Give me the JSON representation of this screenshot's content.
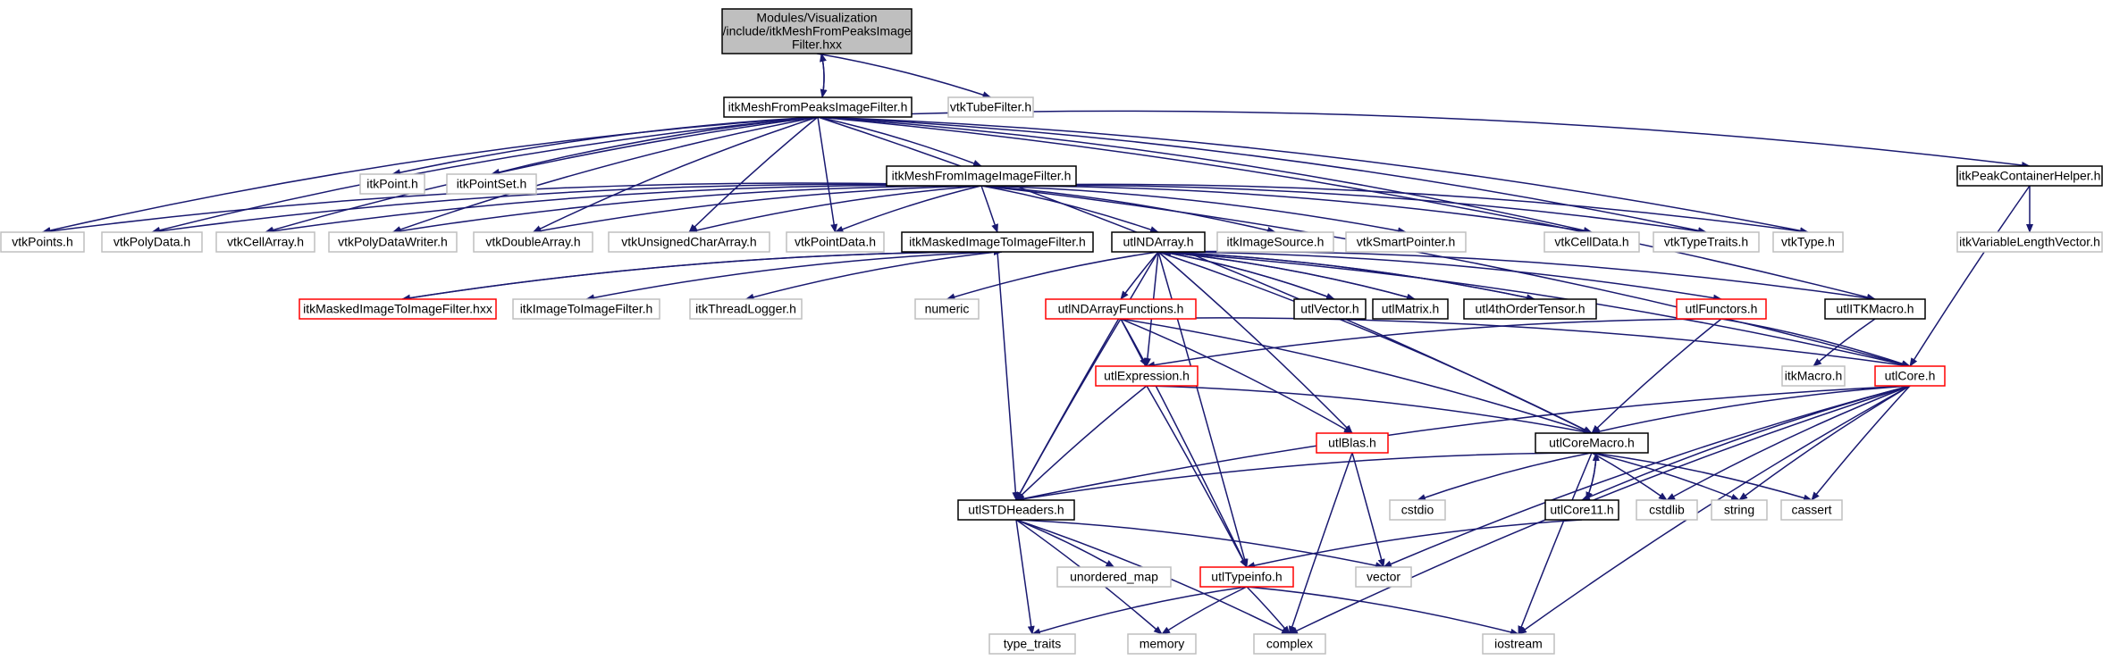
{
  "colors": {
    "edge": "#191970",
    "root_fill": "#bfbfbf",
    "root_border": "#000000",
    "normal_border": "#000000",
    "red_border": "#ff0000",
    "gray_border": "#bfbfbf",
    "background": "#ffffff"
  },
  "nodes": [
    {
      "id": "root",
      "lines": [
        "Modules/Visualization",
        "/include/itkMeshFromPeaksImage",
        "Filter.hxx"
      ],
      "style": "root"
    },
    {
      "id": "mfp",
      "lines": [
        "itkMeshFromPeaksImageFilter.h"
      ],
      "style": "normal"
    },
    {
      "id": "vtktube",
      "lines": [
        "vtkTubeFilter.h"
      ],
      "style": "gray"
    },
    {
      "id": "itkpoint",
      "lines": [
        "itkPoint.h"
      ],
      "style": "gray"
    },
    {
      "id": "itkpointset",
      "lines": [
        "itkPointSet.h"
      ],
      "style": "gray"
    },
    {
      "id": "mfi",
      "lines": [
        "itkMeshFromImageImageFilter.h"
      ],
      "style": "normal"
    },
    {
      "id": "peak",
      "lines": [
        "itkPeakContainerHelper.h"
      ],
      "style": "normal"
    },
    {
      "id": "vtkpoints",
      "lines": [
        "vtkPoints.h"
      ],
      "style": "gray"
    },
    {
      "id": "vtkpolydata",
      "lines": [
        "vtkPolyData.h"
      ],
      "style": "gray"
    },
    {
      "id": "vtkcellarray",
      "lines": [
        "vtkCellArray.h"
      ],
      "style": "gray"
    },
    {
      "id": "vtkpolydatawriter",
      "lines": [
        "vtkPolyDataWriter.h"
      ],
      "style": "gray"
    },
    {
      "id": "vtkdoublearray",
      "lines": [
        "vtkDoubleArray.h"
      ],
      "style": "gray"
    },
    {
      "id": "vtkuchar",
      "lines": [
        "vtkUnsignedCharArray.h"
      ],
      "style": "gray"
    },
    {
      "id": "vtkpointdata",
      "lines": [
        "vtkPointData.h"
      ],
      "style": "gray"
    },
    {
      "id": "masked",
      "lines": [
        "itkMaskedImageToImageFilter.h"
      ],
      "style": "normal"
    },
    {
      "id": "ndarray",
      "lines": [
        "utlNDArray.h"
      ],
      "style": "normal"
    },
    {
      "id": "imgsource",
      "lines": [
        "itkImageSource.h"
      ],
      "style": "gray"
    },
    {
      "id": "smartptr",
      "lines": [
        "vtkSmartPointer.h"
      ],
      "style": "gray"
    },
    {
      "id": "celldata",
      "lines": [
        "vtkCellData.h"
      ],
      "style": "gray"
    },
    {
      "id": "typetraits",
      "lines": [
        "vtkTypeTraits.h"
      ],
      "style": "gray"
    },
    {
      "id": "vtktype",
      "lines": [
        "vtkType.h"
      ],
      "style": "gray"
    },
    {
      "id": "varlen",
      "lines": [
        "itkVariableLengthVector.h"
      ],
      "style": "gray"
    },
    {
      "id": "maskedhxx",
      "lines": [
        "itkMaskedImageToImageFilter.hxx"
      ],
      "style": "red"
    },
    {
      "id": "img2img",
      "lines": [
        "itkImageToImageFilter.h"
      ],
      "style": "gray"
    },
    {
      "id": "threadlog",
      "lines": [
        "itkThreadLogger.h"
      ],
      "style": "gray"
    },
    {
      "id": "numeric",
      "lines": [
        "numeric"
      ],
      "style": "gray"
    },
    {
      "id": "ndfunc",
      "lines": [
        "utlNDArrayFunctions.h"
      ],
      "style": "red"
    },
    {
      "id": "vector",
      "lines": [
        "utlVector.h"
      ],
      "style": "normal"
    },
    {
      "id": "matrix",
      "lines": [
        "utlMatrix.h"
      ],
      "style": "normal"
    },
    {
      "id": "tensor",
      "lines": [
        "utl4thOrderTensor.h"
      ],
      "style": "normal"
    },
    {
      "id": "functors",
      "lines": [
        "utlFunctors.h"
      ],
      "style": "red"
    },
    {
      "id": "itkmacroutl",
      "lines": [
        "utlITKMacro.h"
      ],
      "style": "normal"
    },
    {
      "id": "expr",
      "lines": [
        "utlExpression.h"
      ],
      "style": "red"
    },
    {
      "id": "itkmacro",
      "lines": [
        "itkMacro.h"
      ],
      "style": "gray"
    },
    {
      "id": "core",
      "lines": [
        "utlCore.h"
      ],
      "style": "red"
    },
    {
      "id": "blas",
      "lines": [
        "utlBlas.h"
      ],
      "style": "red"
    },
    {
      "id": "coremacro",
      "lines": [
        "utlCoreMacro.h"
      ],
      "style": "normal"
    },
    {
      "id": "cstdio",
      "lines": [
        "cstdio"
      ],
      "style": "gray"
    },
    {
      "id": "core11",
      "lines": [
        "utlCore11.h"
      ],
      "style": "normal"
    },
    {
      "id": "cstdlib",
      "lines": [
        "cstdlib"
      ],
      "style": "gray"
    },
    {
      "id": "string",
      "lines": [
        "string"
      ],
      "style": "gray"
    },
    {
      "id": "cassert",
      "lines": [
        "cassert"
      ],
      "style": "gray"
    },
    {
      "id": "std",
      "lines": [
        "utlSTDHeaders.h"
      ],
      "style": "normal"
    },
    {
      "id": "unordered",
      "lines": [
        "unordered_map"
      ],
      "style": "gray"
    },
    {
      "id": "vectorstd",
      "lines": [
        "vector"
      ],
      "style": "gray"
    },
    {
      "id": "typeinfo",
      "lines": [
        "utlTypeinfo.h"
      ],
      "style": "red"
    },
    {
      "id": "type_traits",
      "lines": [
        "type_traits"
      ],
      "style": "gray"
    },
    {
      "id": "memory",
      "lines": [
        "memory"
      ],
      "style": "gray"
    },
    {
      "id": "complex",
      "lines": [
        "complex"
      ],
      "style": "gray"
    },
    {
      "id": "iostream",
      "lines": [
        "iostream"
      ],
      "style": "gray"
    }
  ],
  "edges": [
    [
      "root",
      "mfp"
    ],
    [
      "mfp",
      "root"
    ],
    [
      "root",
      "vtktube"
    ],
    [
      "mfp",
      "itkpoint"
    ],
    [
      "mfp",
      "itkpointset"
    ],
    [
      "mfp",
      "mfi"
    ],
    [
      "mfp",
      "peak"
    ],
    [
      "mfp",
      "vtkpoints"
    ],
    [
      "mfp",
      "vtkpolydata"
    ],
    [
      "mfp",
      "vtkcellarray"
    ],
    [
      "mfp",
      "vtkpolydatawriter"
    ],
    [
      "mfp",
      "vtkdoublearray"
    ],
    [
      "mfp",
      "vtkuchar"
    ],
    [
      "mfp",
      "vtkpointdata"
    ],
    [
      "mfp",
      "celldata"
    ],
    [
      "mfp",
      "typetraits"
    ],
    [
      "mfp",
      "vtktype"
    ],
    [
      "mfp",
      "itkmacroutl"
    ],
    [
      "mfp",
      "coremacro"
    ],
    [
      "mfi",
      "vtkpoints"
    ],
    [
      "mfi",
      "vtkpolydata"
    ],
    [
      "mfi",
      "vtkcellarray"
    ],
    [
      "mfi",
      "vtkpolydatawriter"
    ],
    [
      "mfi",
      "vtkdoublearray"
    ],
    [
      "mfi",
      "vtkuchar"
    ],
    [
      "mfi",
      "vtkpointdata"
    ],
    [
      "mfi",
      "masked"
    ],
    [
      "mfi",
      "ndarray"
    ],
    [
      "mfi",
      "imgsource"
    ],
    [
      "mfi",
      "smartptr"
    ],
    [
      "mfi",
      "celldata"
    ],
    [
      "mfi",
      "typetraits"
    ],
    [
      "mfi",
      "vtktype"
    ],
    [
      "mfi",
      "core"
    ],
    [
      "peak",
      "varlen"
    ],
    [
      "peak",
      "core"
    ],
    [
      "masked",
      "maskedhxx"
    ],
    [
      "maskedhxx",
      "masked"
    ],
    [
      "masked",
      "img2img"
    ],
    [
      "masked",
      "threadlog"
    ],
    [
      "masked",
      "std"
    ],
    [
      "ndarray",
      "numeric"
    ],
    [
      "ndarray",
      "ndfunc"
    ],
    [
      "ndarray",
      "vector"
    ],
    [
      "ndarray",
      "matrix"
    ],
    [
      "ndarray",
      "tensor"
    ],
    [
      "ndarray",
      "functors"
    ],
    [
      "ndarray",
      "itkmacroutl"
    ],
    [
      "ndarray",
      "expr"
    ],
    [
      "ndarray",
      "blas"
    ],
    [
      "ndarray",
      "coremacro"
    ],
    [
      "ndarray",
      "std"
    ],
    [
      "ndarray",
      "typeinfo"
    ],
    [
      "ndarray",
      "core"
    ],
    [
      "vector",
      "ndarray"
    ],
    [
      "matrix",
      "ndarray"
    ],
    [
      "tensor",
      "ndarray"
    ],
    [
      "ndfunc",
      "expr"
    ],
    [
      "ndfunc",
      "blas"
    ],
    [
      "ndfunc",
      "std"
    ],
    [
      "ndfunc",
      "typeinfo"
    ],
    [
      "ndfunc",
      "coremacro"
    ],
    [
      "ndfunc",
      "core"
    ],
    [
      "functors",
      "expr"
    ],
    [
      "functors",
      "coremacro"
    ],
    [
      "functors",
      "core"
    ],
    [
      "itkmacroutl",
      "itkmacro"
    ],
    [
      "expr",
      "coremacro"
    ],
    [
      "expr",
      "std"
    ],
    [
      "expr",
      "typeinfo"
    ],
    [
      "core",
      "coremacro"
    ],
    [
      "core",
      "std"
    ],
    [
      "core",
      "core11"
    ],
    [
      "core",
      "cstdlib"
    ],
    [
      "core",
      "string"
    ],
    [
      "core",
      "cassert"
    ],
    [
      "core",
      "vectorstd"
    ],
    [
      "core",
      "complex"
    ],
    [
      "core",
      "iostream"
    ],
    [
      "blas",
      "vectorstd"
    ],
    [
      "blas",
      "complex"
    ],
    [
      "coremacro",
      "std"
    ],
    [
      "coremacro",
      "cstdio"
    ],
    [
      "coremacro",
      "core11"
    ],
    [
      "coremacro",
      "cstdlib"
    ],
    [
      "coremacro",
      "string"
    ],
    [
      "coremacro",
      "cassert"
    ],
    [
      "coremacro",
      "iostream"
    ],
    [
      "core11",
      "coremacro"
    ],
    [
      "core11",
      "typeinfo"
    ],
    [
      "std",
      "unordered"
    ],
    [
      "std",
      "vectorstd"
    ],
    [
      "std",
      "type_traits"
    ],
    [
      "std",
      "memory"
    ],
    [
      "std",
      "complex"
    ],
    [
      "typeinfo",
      "type_traits"
    ],
    [
      "typeinfo",
      "memory"
    ],
    [
      "typeinfo",
      "complex"
    ],
    [
      "typeinfo",
      "iostream"
    ]
  ]
}
